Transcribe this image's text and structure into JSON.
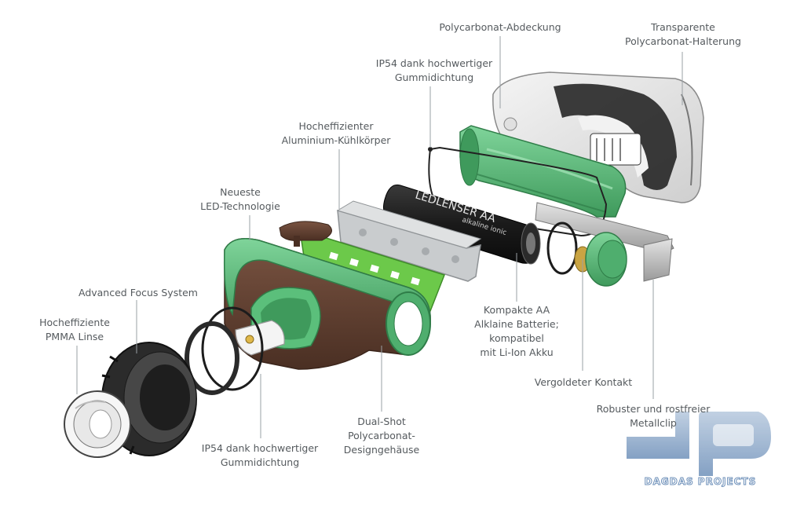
{
  "labels": {
    "polycarbonat_abdeckung": [
      "Polycarbonat-Abdeckung"
    ],
    "transparente_halterung": [
      "Transparente",
      "Polycarbonat-Halterung"
    ],
    "ip54_top": [
      "IP54 dank hochwertiger",
      "Gummidichtung"
    ],
    "kuehlkoerper": [
      "Hocheffizienter",
      "Aluminium-Kühlkörper"
    ],
    "led": [
      "Neueste",
      "LED-Technologie"
    ],
    "focus": [
      "Advanced Focus System"
    ],
    "linse": [
      "Hocheffiziente",
      "PMMA Linse"
    ],
    "batterie": [
      "Kompakte AA",
      "Alklaine Batterie;",
      "kompatibel",
      "mit Li-Ion Akku"
    ],
    "kontakt": [
      "Vergoldeter Kontakt"
    ],
    "metallclip": [
      "Robuster und rostfreier",
      "Metallclip"
    ],
    "gehaeuse": [
      "Dual-Shot",
      "Polycarbonat-",
      "Designgehäuse"
    ],
    "ip54_bottom": [
      "IP54 dank hochwertiger",
      "Gummidichtung"
    ]
  },
  "battery": {
    "brand": "LEDLENSER AA",
    "type": "alkaline ionic"
  },
  "watermark": {
    "logo": "dP",
    "text": "DAGDAS PROJECTS"
  },
  "colors": {
    "green": "#5bbf7b",
    "green_dark": "#3f9a5c",
    "board_green": "#6cc94a",
    "brown": "#5e3f30",
    "label_text": "#555a5e",
    "leader": "#9aa0a4",
    "watermark": "#8aa6c8"
  }
}
